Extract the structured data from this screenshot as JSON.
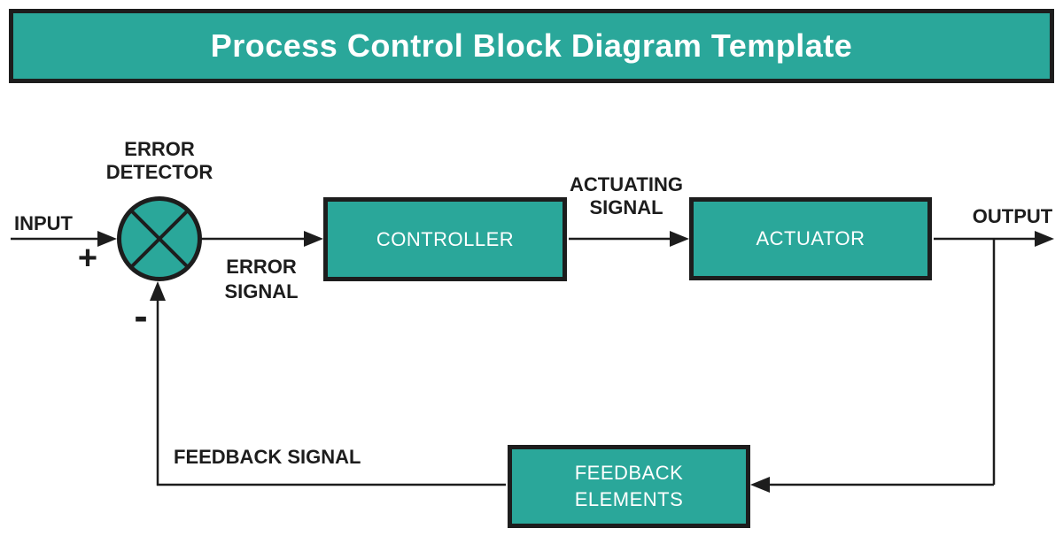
{
  "title": "Process Control Block Diagram Template",
  "colors": {
    "teal": "#2aa79a",
    "ink": "#1d1d1d",
    "paper": "#ffffff"
  },
  "blocks": {
    "controller": {
      "label": "CONTROLLER"
    },
    "actuator": {
      "label": "ACTUATOR"
    },
    "feedback": {
      "label": "FEEDBACK\nELEMENTS"
    }
  },
  "labels": {
    "error_detector": "ERROR\nDETECTOR",
    "input": "INPUT",
    "plus": "+",
    "minus": "-",
    "error_signal": "ERROR\nSIGNAL",
    "actuating_signal": "ACTUATING\nSIGNAL",
    "output": "OUTPUT",
    "feedback_signal": "FEEDBACK SIGNAL"
  }
}
